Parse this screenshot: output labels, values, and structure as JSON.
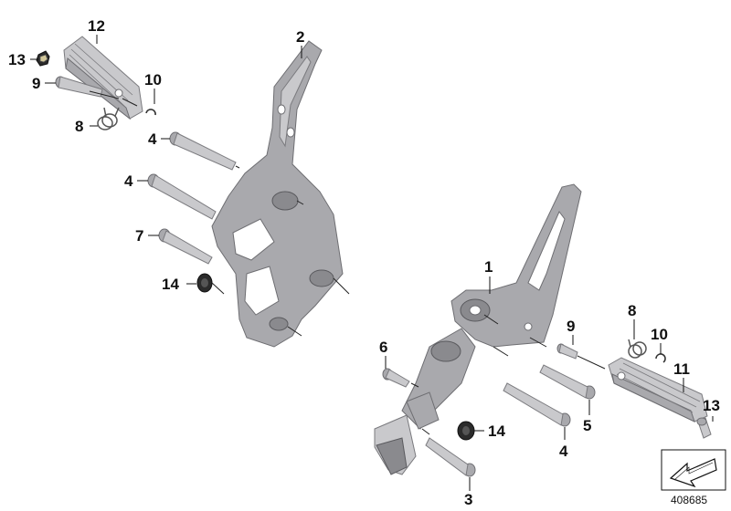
{
  "callouts": {
    "c1": "1",
    "c2": "2",
    "c3": "3",
    "c4a": "4",
    "c4b": "4",
    "c4c": "4",
    "c5": "5",
    "c6": "6",
    "c7": "7",
    "c8a": "8",
    "c8b": "8",
    "c9a": "9",
    "c9b": "9",
    "c10a": "10",
    "c10b": "10",
    "c11": "11",
    "c12": "12",
    "c13a": "13",
    "c13b": "13",
    "c14a": "14",
    "c14b": "14"
  },
  "catalog_number": "408685",
  "colors": {
    "metal": "#a9a9ad",
    "rubber": "#2b2b2b",
    "lines": "#111111"
  }
}
